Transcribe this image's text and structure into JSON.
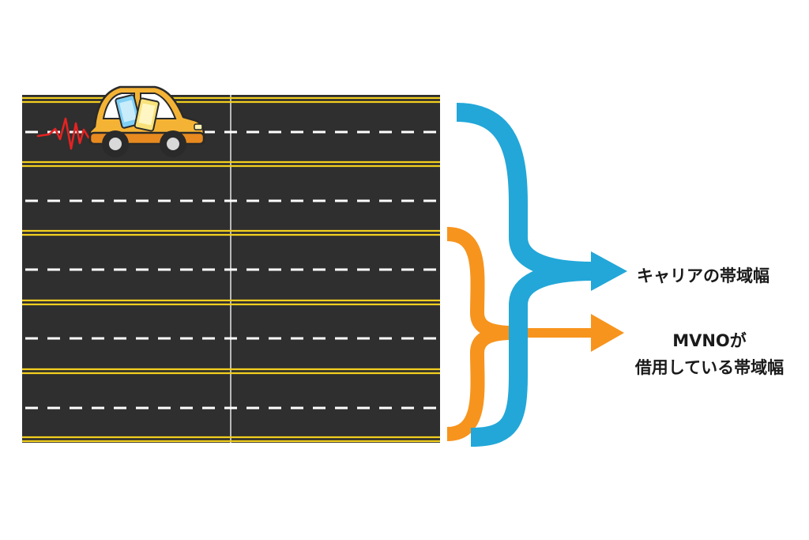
{
  "labels": {
    "carrier": "キャリアの帯域幅",
    "mvno_line1": "MVNOが",
    "mvno_line2": "借用している帯域幅"
  },
  "colors": {
    "background": "#ffffff",
    "asphalt": "#2f2f2f",
    "lane_yellow": "#f2cf1f",
    "lane_dash": "#ffffff",
    "carrier_blue": "#22a7d8",
    "mvno_orange": "#f7941d",
    "car_body": "#f5b335",
    "car_trim": "#e88a20",
    "signal_red": "#e52222"
  },
  "icons": {
    "car": "car-icon",
    "phones": "smartphone-icon",
    "signal": "signal-wave-icon"
  }
}
